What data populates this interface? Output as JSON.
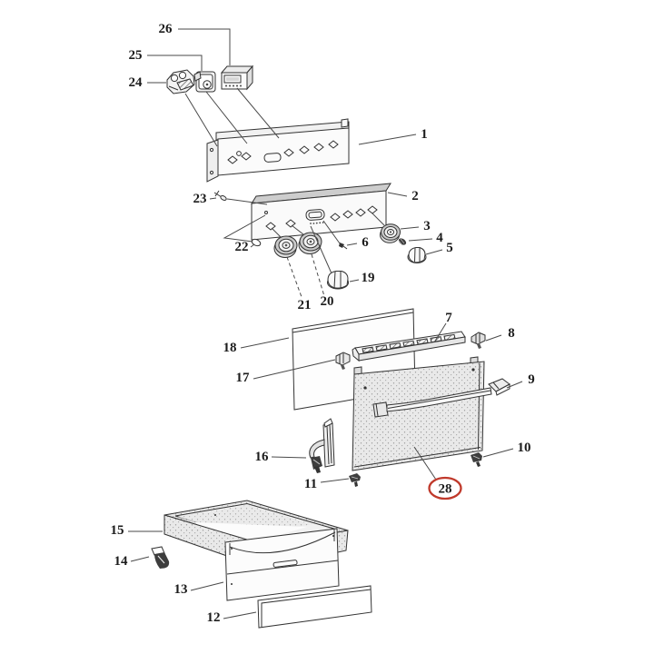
{
  "diagram": {
    "kind": "exploded-parts-diagram",
    "background": "#ffffff",
    "line_color": "#333333",
    "highlight_color": "#c0392b",
    "circled_part": "28"
  },
  "parts": {
    "p1": "1",
    "p2": "2",
    "p3": "3",
    "p4": "4",
    "p5": "5",
    "p6": "6",
    "p7": "7",
    "p8": "8",
    "p9": "9",
    "p10": "10",
    "p11": "11",
    "p12": "12",
    "p13": "13",
    "p14": "14",
    "p15": "15",
    "p16": "16",
    "p17": "17",
    "p18": "18",
    "p19": "19",
    "p20": "20",
    "p21": "21",
    "p22": "22",
    "p23": "23",
    "p24": "24",
    "p25": "25",
    "p26": "26",
    "p28": "28"
  }
}
